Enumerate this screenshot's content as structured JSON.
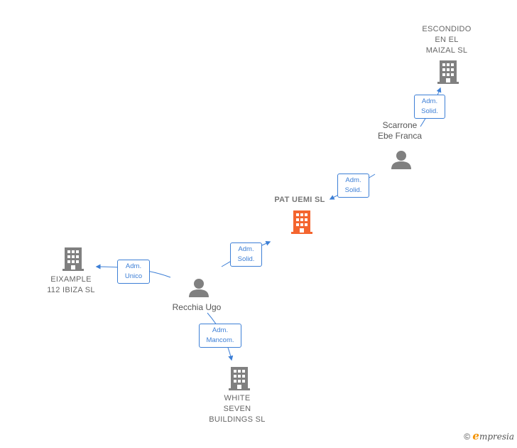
{
  "nodes": {
    "escondido": {
      "label": "ESCONDIDO\nEN EL\nMAIZAL  SL",
      "type": "company"
    },
    "scarrone": {
      "label": "Scarrone\nEbe Franca",
      "type": "person"
    },
    "pat_uemi": {
      "label": "PAT UEMI  SL",
      "type": "company-main"
    },
    "eixample": {
      "label": "EIXAMPLE\n112 IBIZA  SL",
      "type": "company"
    },
    "recchia": {
      "label": "Recchia Ugo",
      "type": "person"
    },
    "white_seven": {
      "label": "WHITE\nSEVEN\nBUILDINGS  SL",
      "type": "company"
    }
  },
  "edges": {
    "scarrone_escondido": {
      "label": "Adm.\nSolid."
    },
    "scarrone_pat": {
      "label": "Adm.\nSolid."
    },
    "recchia_pat": {
      "label": "Adm.\nSolid."
    },
    "recchia_eixample": {
      "label": "Adm.\nUnico"
    },
    "recchia_white": {
      "label": "Adm.\nMancom."
    }
  },
  "footer": {
    "copyright": "©",
    "brand_initial": "e",
    "brand_rest": "mpresia"
  },
  "colors": {
    "main_company": "#f4652f",
    "company": "#808080",
    "person": "#808080",
    "edge": "#3d7fd6"
  }
}
